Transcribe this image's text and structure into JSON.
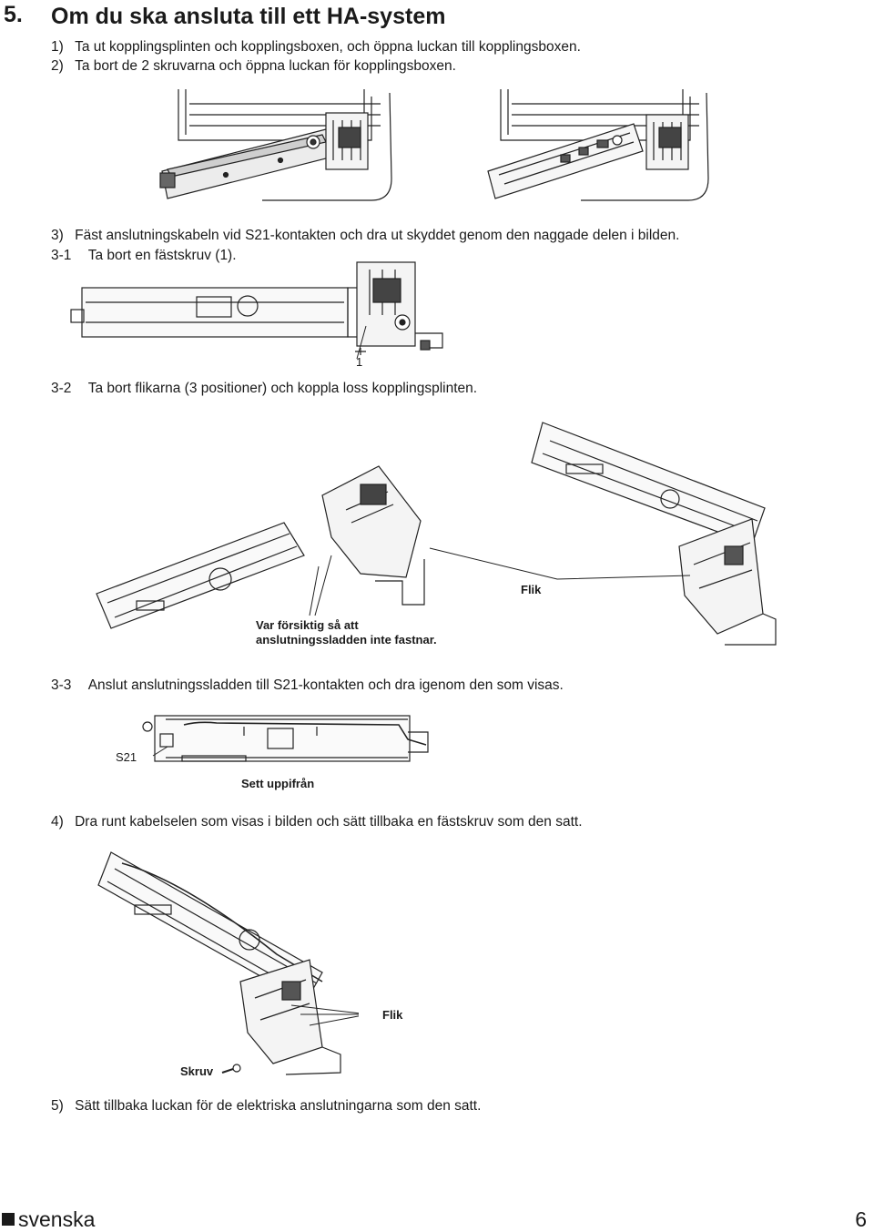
{
  "section": {
    "number": "5.",
    "title": "Om du ska ansluta till ett HA-system"
  },
  "steps": {
    "s1": {
      "num": "1)",
      "text": "Ta ut kopplingsplinten och kopplingsboxen, och öppna luckan till kopplingsboxen."
    },
    "s2": {
      "num": "2)",
      "text": "Ta bort de 2 skruvarna och öppna luckan för kopplingsboxen."
    },
    "s3": {
      "num": "3)",
      "text": "Fäst anslutningskabeln vid S21-kontakten och dra ut skyddet genom den naggade delen i bilden."
    },
    "s31": {
      "num": "3-1",
      "text": "Ta bort en fästskruv (1)."
    },
    "s32": {
      "num": "3-2",
      "text": "Ta bort flikarna (3 positioner) och koppla loss kopplingsplinten."
    },
    "s33": {
      "num": "3-3",
      "text": "Anslut anslutningssladden till S21-kontakten och dra igenom den som visas."
    },
    "s4": {
      "num": "4)",
      "text": "Dra runt kabelselen som visas i bilden och sätt tillbaka en fästskruv som den satt."
    },
    "s5": {
      "num": "5)",
      "text": "Sätt tillbaka luckan för de elektriska anslutningarna som den satt."
    }
  },
  "callouts": {
    "screw_num": "1",
    "flik_1": "Flik",
    "caution_line1": "Var försiktig så att",
    "caution_line2": "anslutningssladden inte fastnar.",
    "s21": "S21",
    "top_view": "Sett uppifrån",
    "flik_2": "Flik",
    "skruv": "Skruv"
  },
  "footer": {
    "language": "svenska",
    "page": "6"
  }
}
